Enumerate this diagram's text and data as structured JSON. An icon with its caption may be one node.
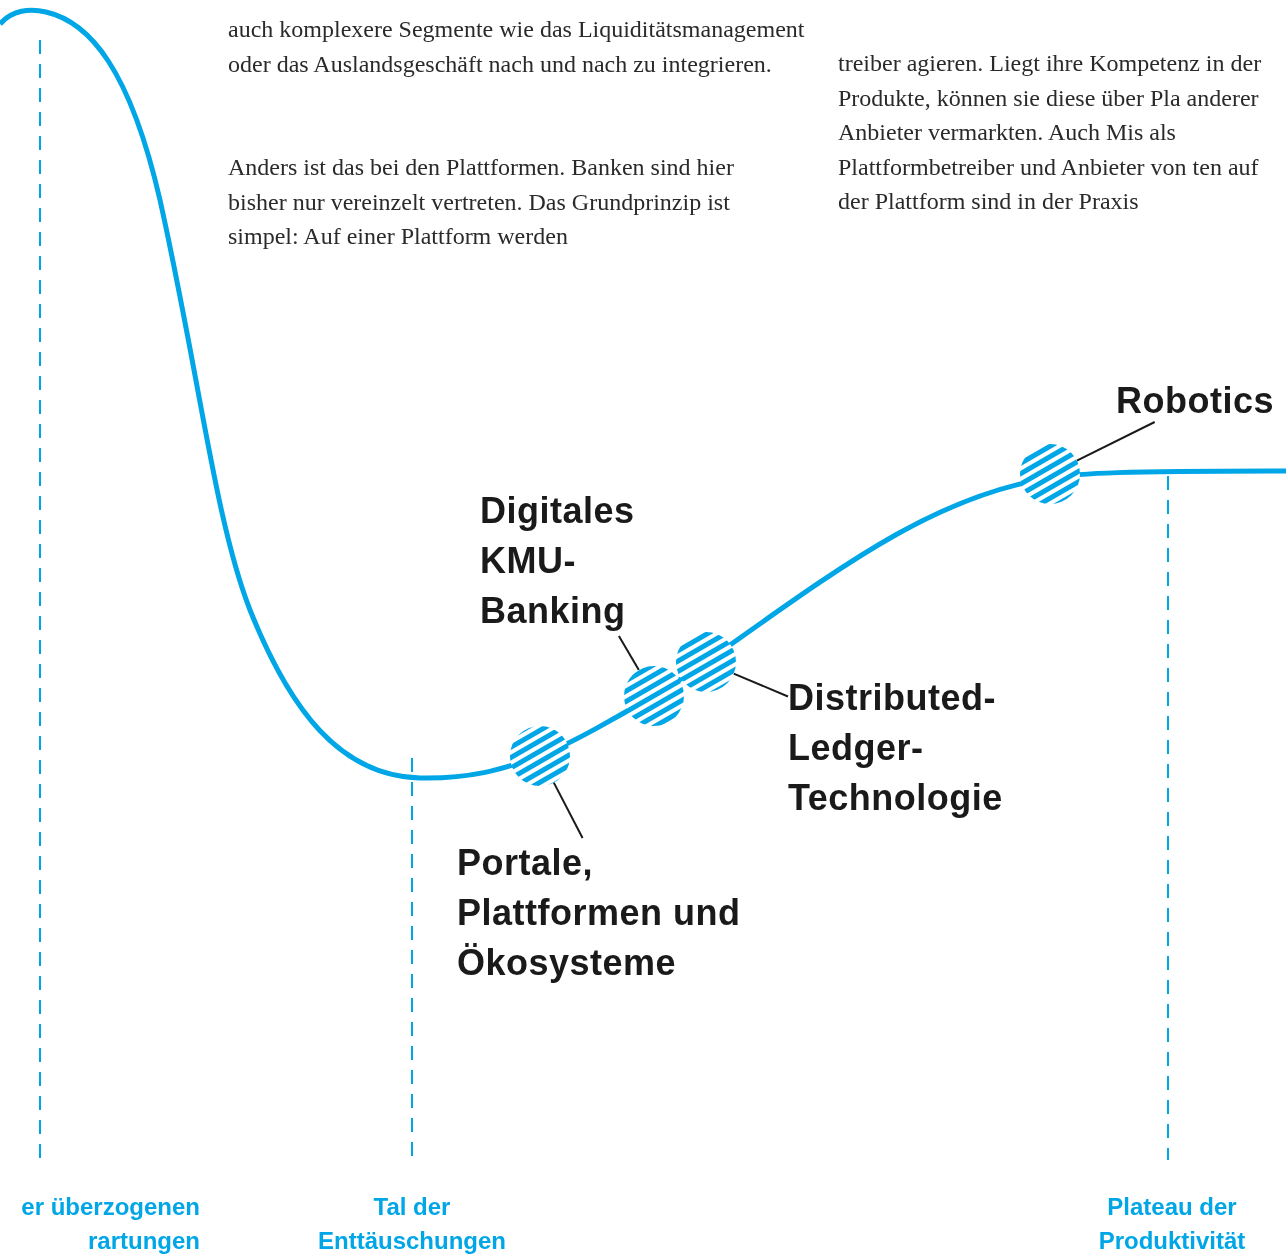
{
  "diagram": {
    "nodes": [
      {
        "text": [
          "Robotics"
        ]
      },
      {
        "text": [],
        "shape": "circle"
      },
      {
        "text": [
          "Digitales KMU-Banking"
        ]
      },
      {
        "text": [],
        "shape": "circle"
      },
      {
        "text": [],
        "shape": "circle"
      },
      {
        "text": [
          "Distributed-Ledger-Technologie"
        ]
      },
      {
        "text": [],
        "shape": "circle"
      },
      {
        "text": [
          "Portale, Plattformen und Ökosysteme"
        ]
      }
    ],
    "edges": [
      {
        "from": 0,
        "to": 1,
        "arrow": "none"
      },
      {
        "from": 2,
        "to": 3,
        "arrow": "none"
      },
      {
        "from": 5,
        "to": 4,
        "arrow": "none"
      },
      {
        "from": 7,
        "to": 6,
        "arrow": "none"
      }
    ],
    "labels": [
      "auch komplexere Segmente wie das Liquiditätsmanagement oder das Auslandsgeschäft nach und nach zu integrieren.",
      "Anders ist das bei den Plattformen. Banken sind hier bisher nur vereinzelt vertreten. Das Grundprinzip ist simpel: Auf einer Plattform werden",
      "treiber agieren. Liegt ihre Kompetenz in der Produkte, können sie diese über Pla anderer Anbieter vermarkten. Auch Mis als Plattformbetreiber und Anbieter von ten auf der Plattform sind in der Praxis",
      "er überzogenen rartungen",
      "Tal der Enttäuschungen",
      "Plateau der Produktivität"
    ]
  }
}
